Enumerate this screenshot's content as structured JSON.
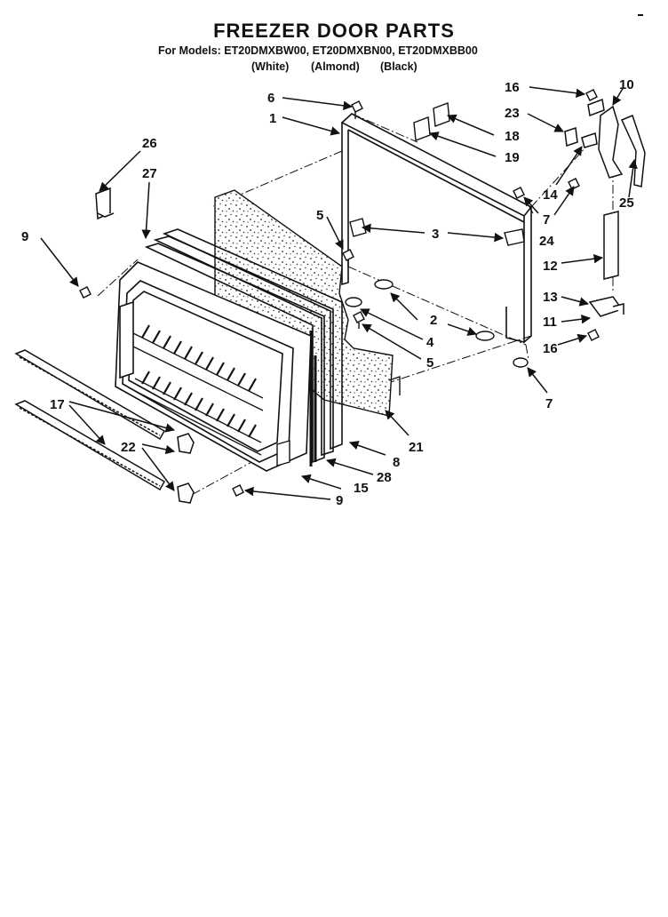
{
  "header": {
    "title": "FREEZER DOOR PARTS",
    "models_line": "For Models: ET20DMXBW00, ET20DMXBN00, ET20DMXBB00",
    "color_white": "(White)",
    "color_almond": "(Almond)",
    "color_black": "(Black)"
  },
  "callouts": [
    {
      "id": "c6",
      "label": "6"
    },
    {
      "id": "c1",
      "label": "1"
    },
    {
      "id": "c26",
      "label": "26"
    },
    {
      "id": "c27",
      "label": "27"
    },
    {
      "id": "c9a",
      "label": "9"
    },
    {
      "id": "c5a",
      "label": "5"
    },
    {
      "id": "c3",
      "label": "3"
    },
    {
      "id": "c16a",
      "label": "16"
    },
    {
      "id": "c10",
      "label": "10"
    },
    {
      "id": "c23",
      "label": "23"
    },
    {
      "id": "c18",
      "label": "18"
    },
    {
      "id": "c19",
      "label": "19"
    },
    {
      "id": "c14",
      "label": "14"
    },
    {
      "id": "c7a",
      "label": "7"
    },
    {
      "id": "c25",
      "label": "25"
    },
    {
      "id": "c24",
      "label": "24"
    },
    {
      "id": "c12",
      "label": "12"
    },
    {
      "id": "c13",
      "label": "13"
    },
    {
      "id": "c11",
      "label": "11"
    },
    {
      "id": "c16b",
      "label": "16"
    },
    {
      "id": "c2",
      "label": "2"
    },
    {
      "id": "c4",
      "label": "4"
    },
    {
      "id": "c5b",
      "label": "5"
    },
    {
      "id": "c7b",
      "label": "7"
    },
    {
      "id": "c17",
      "label": "17"
    },
    {
      "id": "c22",
      "label": "22"
    },
    {
      "id": "c21",
      "label": "21"
    },
    {
      "id": "c8",
      "label": "8"
    },
    {
      "id": "c28",
      "label": "28"
    },
    {
      "id": "c15",
      "label": "15"
    },
    {
      "id": "c9b",
      "label": "9"
    }
  ]
}
